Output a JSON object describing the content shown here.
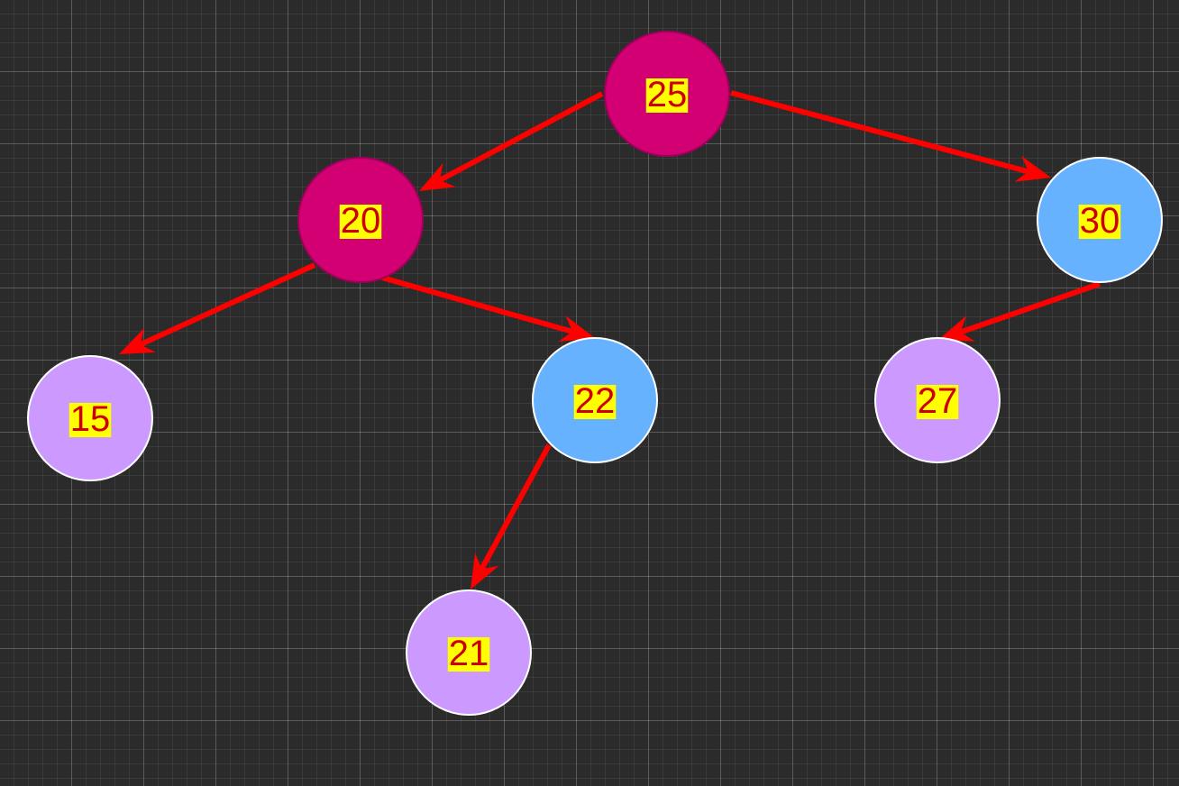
{
  "diagram": {
    "nodes": [
      {
        "id": "n25",
        "label": "25",
        "fill": "#d20073",
        "stroke": "#a0005a"
      },
      {
        "id": "n20",
        "label": "20",
        "fill": "#d20073",
        "stroke": "#a0005a"
      },
      {
        "id": "n30",
        "label": "30",
        "fill": "#66b2ff",
        "stroke": "#ffffff"
      },
      {
        "id": "n15",
        "label": "15",
        "fill": "#cc99ff",
        "stroke": "#ffffff"
      },
      {
        "id": "n22",
        "label": "22",
        "fill": "#66b2ff",
        "stroke": "#ffffff"
      },
      {
        "id": "n27",
        "label": "27",
        "fill": "#cc99ff",
        "stroke": "#ffffff"
      },
      {
        "id": "n21",
        "label": "21",
        "fill": "#cc99ff",
        "stroke": "#ffffff"
      }
    ],
    "edges": [
      {
        "from": "n25",
        "to": "n20"
      },
      {
        "from": "n25",
        "to": "n30"
      },
      {
        "from": "n20",
        "to": "n15"
      },
      {
        "from": "n20",
        "to": "n22"
      },
      {
        "from": "n30",
        "to": "n27"
      },
      {
        "from": "n22",
        "to": "n21"
      }
    ],
    "colors": {
      "edge": "#ff0000",
      "label_text": "#cc0000",
      "label_highlight": "#ffff00",
      "background": "#2b2b2b"
    }
  }
}
